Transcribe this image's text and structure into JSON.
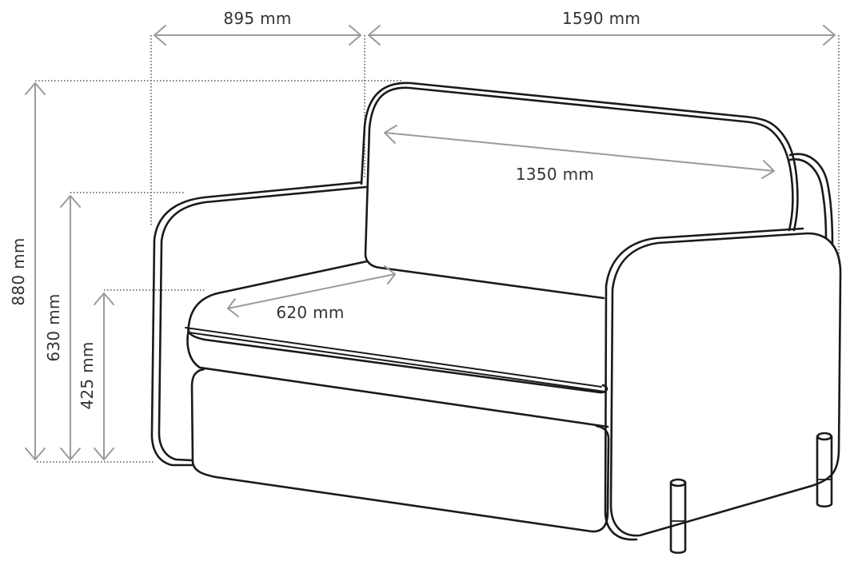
{
  "dimensions": {
    "depth": "895 mm",
    "width": "1590 mm",
    "height": "880 mm",
    "armrest_height": "630 mm",
    "seat_height": "425 mm",
    "backrest_width": "1350 mm",
    "seat_depth": "620 mm"
  },
  "colors": {
    "outline": "#1a1a1a",
    "dimension_arrow": "#9b9b9b",
    "text": "#333333",
    "background": "#ffffff"
  }
}
